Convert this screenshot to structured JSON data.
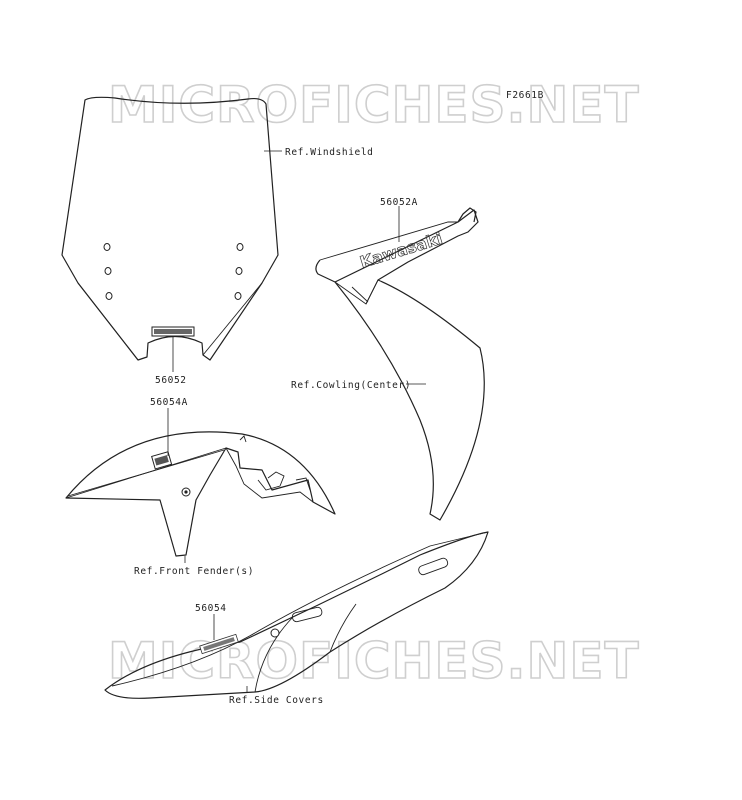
{
  "figure_code": "F2661B",
  "watermark": "MICROFICHES.NET",
  "decal_text": "Kawasaki",
  "labels": {
    "ref_windshield": "Ref.Windshield",
    "part_56052": "56052",
    "part_56052a": "56052A",
    "ref_cowling_center": "Ref.Cowling(Center)",
    "part_56054a": "56054A",
    "ref_front_fender": "Ref.Front Fender(s)",
    "part_56054": "56054",
    "ref_side_covers": "Ref.Side Covers"
  }
}
